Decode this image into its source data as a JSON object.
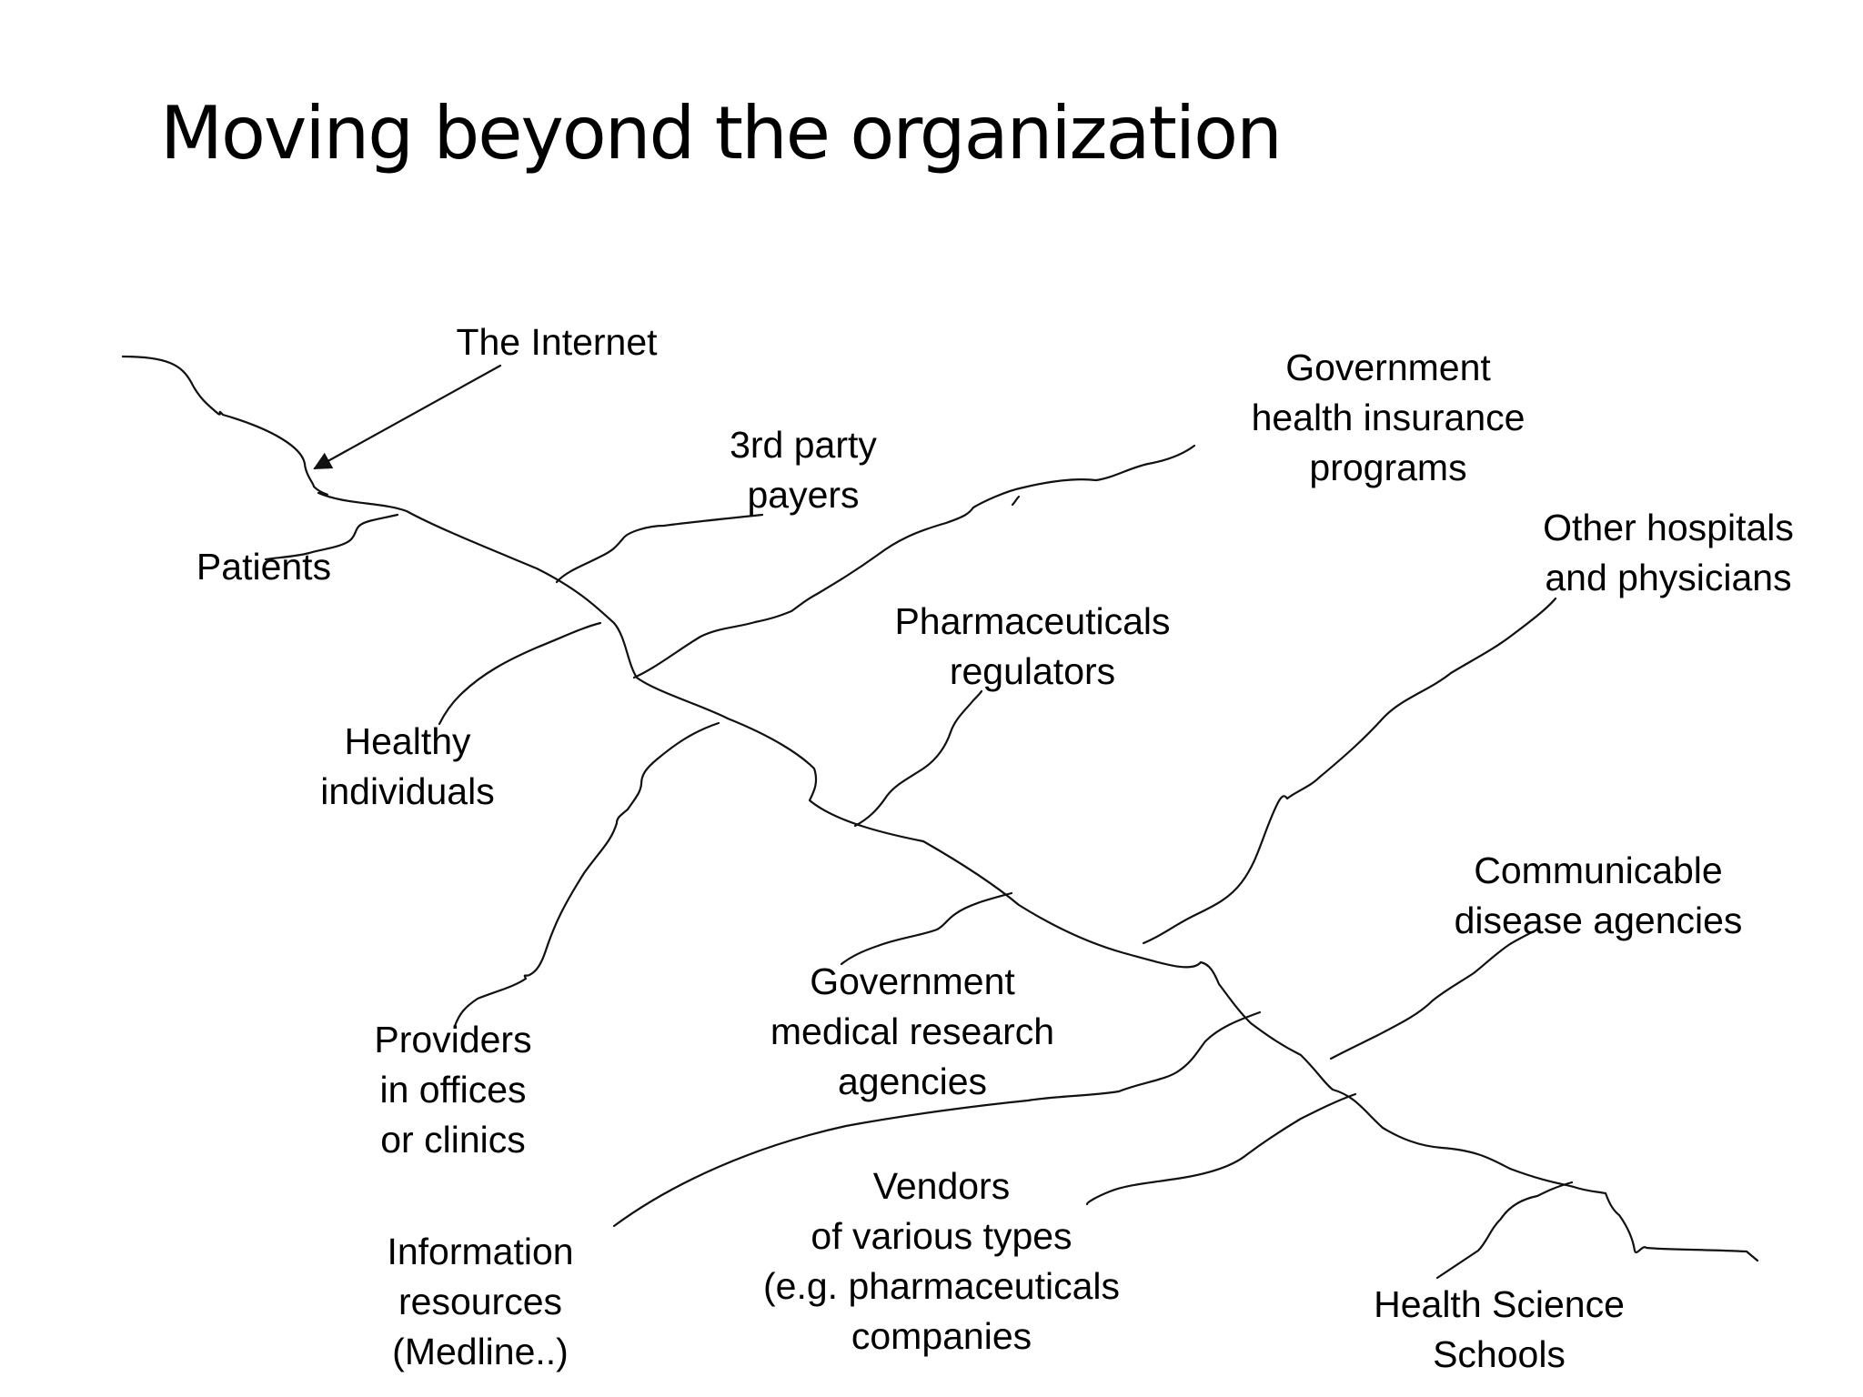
{
  "title": "Moving beyond the organization",
  "labels": {
    "internet": [
      "The Internet"
    ],
    "patients": [
      "Patients"
    ],
    "third_party_payers": [
      "3rd party",
      "payers"
    ],
    "gov_health_insurance": [
      "Government",
      "health insurance",
      "programs"
    ],
    "other_hospitals": [
      "Other hospitals",
      "and physicians"
    ],
    "pharma_regulators": [
      "Pharmaceuticals",
      "regulators"
    ],
    "healthy_individuals": [
      "Healthy",
      "individuals"
    ],
    "communicable_disease": [
      "Communicable",
      "disease agencies"
    ],
    "gov_medical_research": [
      "Government",
      "medical research",
      "agencies"
    ],
    "providers": [
      "Providers",
      "in offices",
      "or clinics"
    ],
    "vendors": [
      "Vendors",
      "of various types",
      "(e.g. pharmaceuticals",
      "companies"
    ],
    "information_resources": [
      "Information",
      "resources",
      "(Medline..)"
    ],
    "health_science_schools": [
      "Health Science",
      "Schools"
    ]
  }
}
